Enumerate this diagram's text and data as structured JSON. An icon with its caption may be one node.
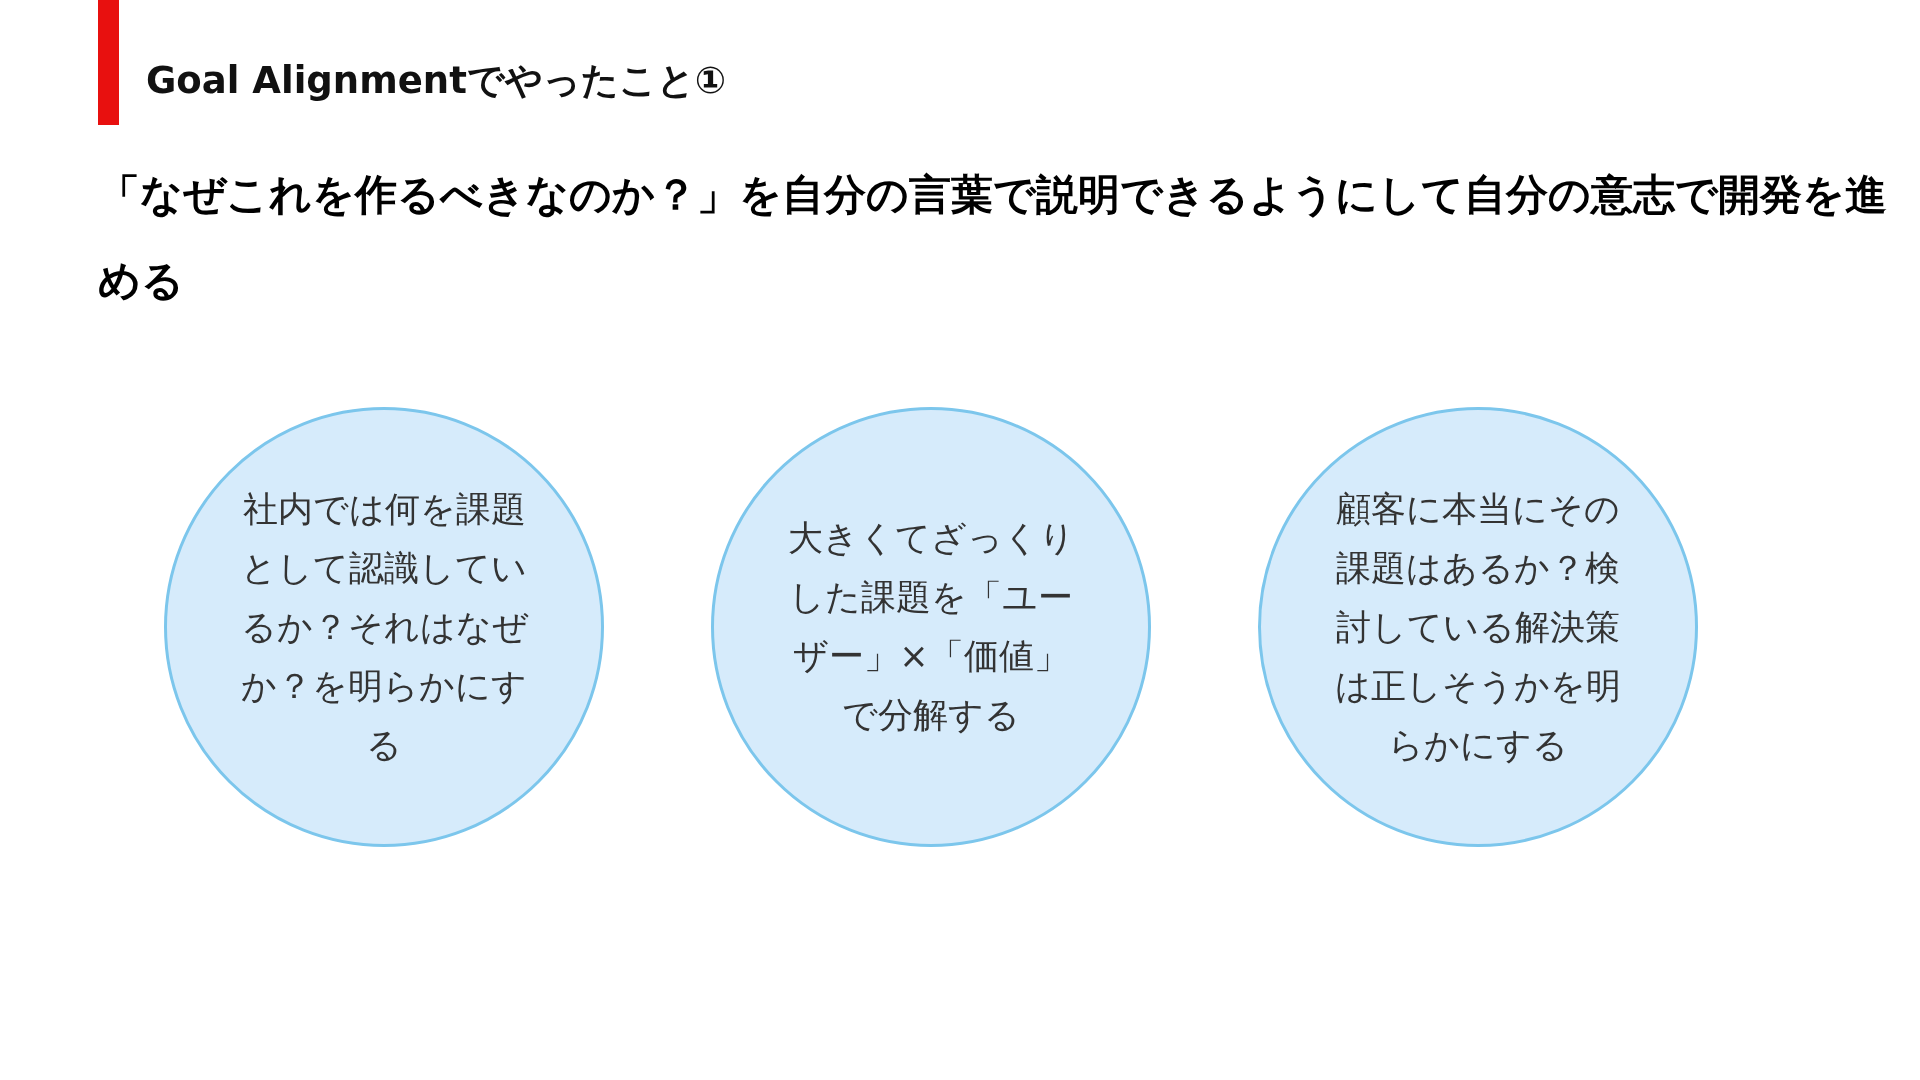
{
  "diagram": {
    "title": "Goal Alignmentでやったこと①",
    "nodes": [
      {
        "text": [
          "社内では何を課題として認識しているか？それはなぜか？を明らかにする"
        ]
      },
      {
        "text": [
          "大きくてざっくりした課題を「ユーザー」×「価値」で分解する"
        ]
      },
      {
        "text": [
          "顧客に本当にその課題はあるか？検討している解決策は正しそうかを明らかにする"
        ]
      }
    ],
    "labels": [
      "「なぜこれを作るべきなのか？」を自分の言葉で説明できるようにして自分の意志で開発を進める"
    ]
  }
}
